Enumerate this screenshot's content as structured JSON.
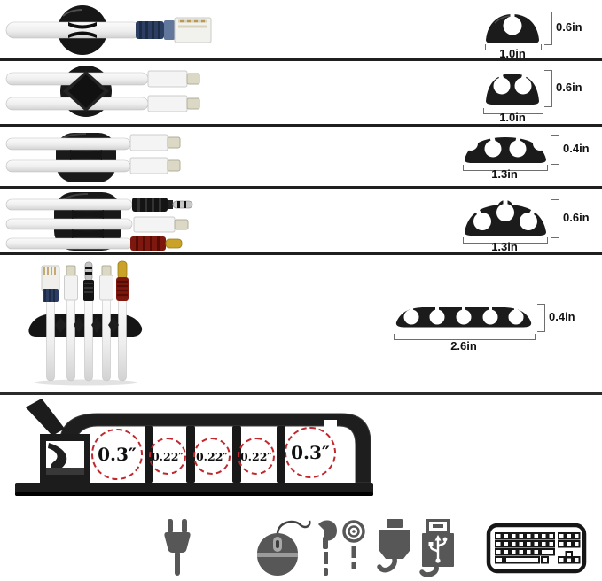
{
  "colors": {
    "accent_red": "#c1272d",
    "clip_black": "#1b1b1b",
    "icon_gray": "#575757",
    "ethernet_blue": "#2c3f63",
    "rca_red": "#7e180e",
    "gold_tip": "#c9a227"
  },
  "rows": [
    {
      "name": "one-slot-clip",
      "height": "0.6in",
      "width": "1.0in"
    },
    {
      "name": "two-slot-clip",
      "height": "0.6in",
      "width": "1.0in"
    },
    {
      "name": "three-slot-clip-small",
      "height": "0.4in",
      "width": "1.3in"
    },
    {
      "name": "three-slot-clip-large",
      "height": "0.6in",
      "width": "1.3in"
    },
    {
      "name": "five-slot-strip",
      "height": "0.4in",
      "width": "2.6in"
    }
  ],
  "side_view": {
    "slots": [
      "0.3″",
      "0.22″",
      "0.22″",
      "0.22″",
      "0.3″"
    ]
  },
  "icons": [
    "power-plug",
    "mouse",
    "earphones",
    "hdmi-usb-cables",
    "keyboard"
  ]
}
